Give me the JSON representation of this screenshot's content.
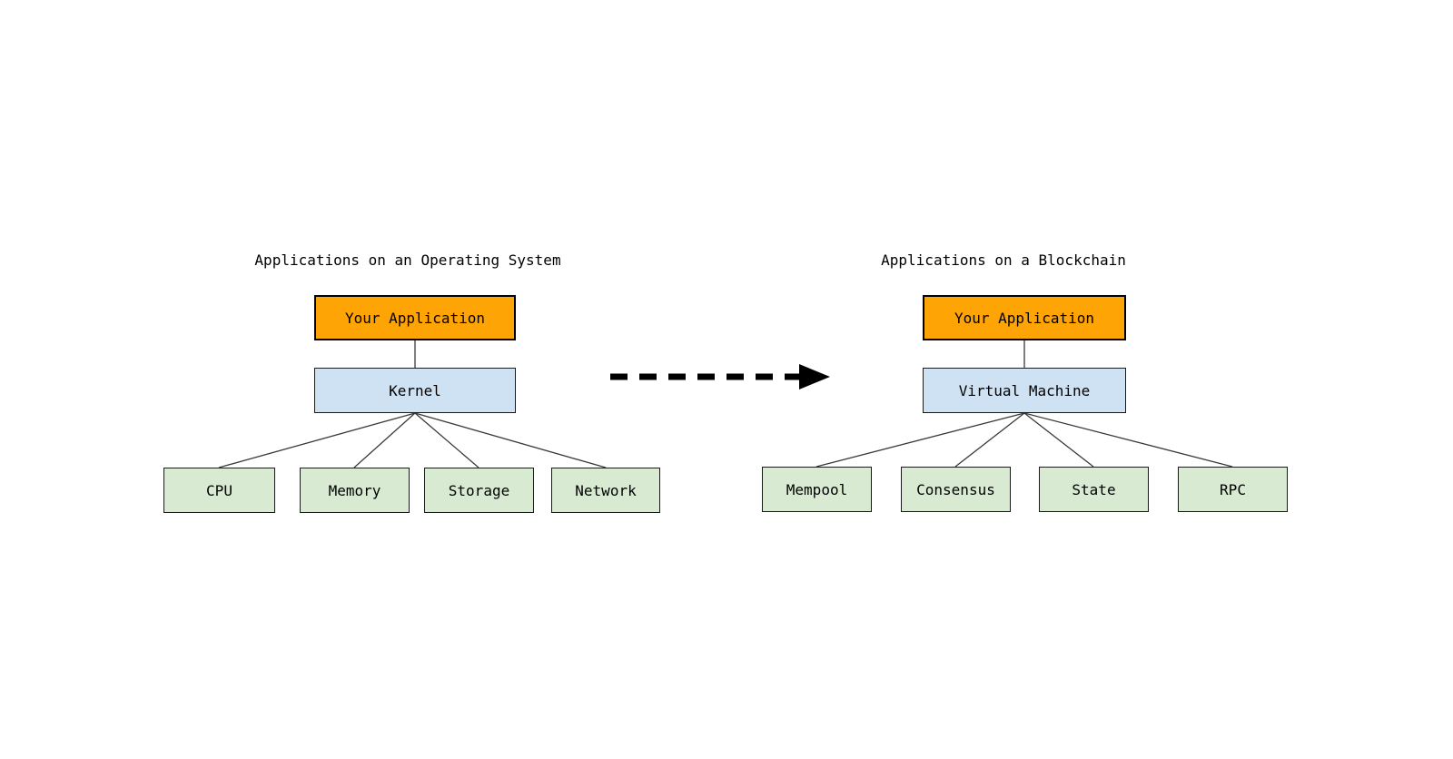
{
  "colors": {
    "background": "#FFFFFF",
    "text": "#000000",
    "app_fill": "#FFA405",
    "app_border": "#000000",
    "middle_fill": "#CFE2F3",
    "component_fill": "#D9EAD3",
    "box_border": "#1A1A1A",
    "line": "#3A3A3A",
    "arrow": "#000000"
  },
  "left_diagram": {
    "title": "Applications on an Operating System",
    "app_box": {
      "label": "Your Application"
    },
    "middle_box": {
      "label": "Kernel"
    },
    "components": [
      {
        "label": "CPU"
      },
      {
        "label": "Memory"
      },
      {
        "label": "Storage"
      },
      {
        "label": "Network"
      }
    ]
  },
  "right_diagram": {
    "title": "Applications on a Blockchain",
    "app_box": {
      "label": "Your Application"
    },
    "middle_box": {
      "label": "Virtual Machine"
    },
    "components": [
      {
        "label": "Mempool"
      },
      {
        "label": "Consensus"
      },
      {
        "label": "State"
      },
      {
        "label": "RPC"
      }
    ]
  },
  "arrow": {
    "icon": "dashed-right-arrow"
  }
}
